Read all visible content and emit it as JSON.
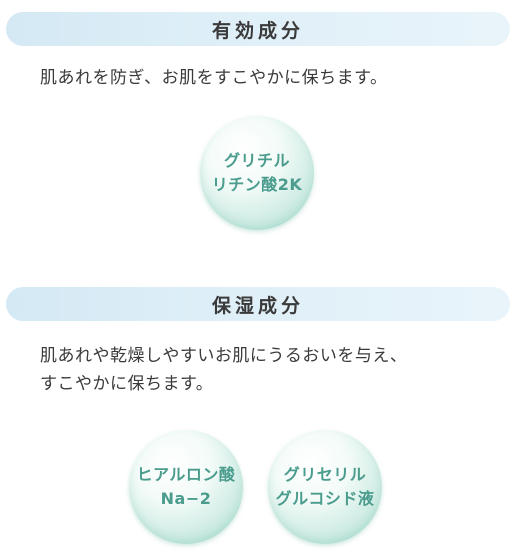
{
  "sections": [
    {
      "title": "有効成分",
      "description": [
        "肌あれを防ぎ、お肌をすこやかに保ちます。"
      ],
      "ingredients": [
        {
          "line1": "グリチル",
          "line2": "リチン酸2K"
        }
      ]
    },
    {
      "title": "保湿成分",
      "description": [
        "肌あれや乾燥しやすいお肌にうるおいを与え、",
        "すこやかに保ちます。"
      ],
      "ingredients": [
        {
          "line1": "ヒアルロン酸",
          "line2": "Na−2"
        },
        {
          "line1": "グリセリル",
          "line2": "グルコシド液"
        }
      ]
    }
  ],
  "colors": {
    "header_bar": "#d9edf7",
    "ingredient_text": "#4a9c8d",
    "circle_edge": "#a9dccf",
    "body_text": "#3a3a3a"
  }
}
